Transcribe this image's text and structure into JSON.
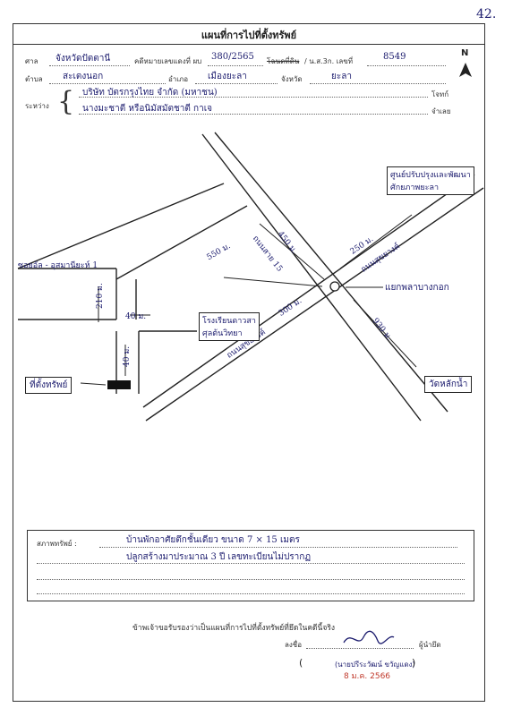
{
  "corner_mark": "42.",
  "header": {
    "title": "แผนที่การไปที่ตั้งทรัพย์"
  },
  "case_info": {
    "court_label": "ศาล",
    "court_value": "จังหวัดปัตตานี",
    "black_case_label": "คดีหมายเลขแดงที่ ผบ",
    "black_case_value": "380/2565",
    "deed_label": "โฉนดที่ดิน",
    "nsl_label": "/ น.ส.3ก. เลขที่",
    "deed_value": "8549",
    "tambon_label": "ตำบล",
    "tambon_value": "สะเตงนอก",
    "amphoe_label": "อำเภอ",
    "amphoe_value": "เมืองยะลา",
    "province_label": "จังหวัด",
    "province_value": "ยะลา",
    "between_label": "ระหว่าง",
    "plaintiff_value": "บริษัท บัตรกรุงไทย จำกัด (มหาชน)",
    "plaintiff_label": "โจทก์",
    "defendant_value": "นางมะชาตี หรือนิมัสมัตชาตี กาเจ",
    "defendant_label": "จำเลย",
    "north": "N"
  },
  "map": {
    "road_15": "ถนนสาย 15",
    "road_15_dist": "450 ม.",
    "road_sukhyang_top": "ถนนสุขยางค์",
    "road_sukhyang_bottom": "ถนนสุขยางค์",
    "dist_250": "250 ม.",
    "dist_550": "550 ม.",
    "dist_300": "300 ม.",
    "dist_930": "930 ม.",
    "dist_210": "210 ม.",
    "dist_40_h": "40 ม.",
    "dist_40_v": "40 ม.",
    "soi_label": "ซอยอัล - อุสมานียะห์ 1",
    "market_label_1": "ศูนย์ปรับปรุงและพัฒนา",
    "market_label_2": "ศักยภาพยะลา",
    "intersection_label": "แยกพลาบางกอก",
    "school_label_1": "โรงเรียนดาวสา",
    "school_label_2": "ศุลต้นวิทยา",
    "temple_label": "วัดหลักน้ำ",
    "property_label": "ที่ตั้งทรัพย์"
  },
  "condition": {
    "label": "สภาพทรัพย์ :",
    "line1": "บ้านพักอาศัยตึกชั้นเดียว ขนาด 7 × 15 เมตร",
    "line2": "ปลูกสร้างมาประมาณ 3 ปี เลขทะเบียนไม่ปรากฏ"
  },
  "certification": {
    "statement": "ข้าพเจ้าขอรับรองว่าเป็นแผนที่การไปที่ตั้งทรัพย์ที่ยึดในคดีนี้จริง",
    "sign_label": "ลงชื่อ",
    "role_label": "ผู้นำยึด",
    "signer_name": "(นายปรีระวัฒน์ ขวัญแดง)",
    "date": "8 ม.ค. 2566"
  }
}
